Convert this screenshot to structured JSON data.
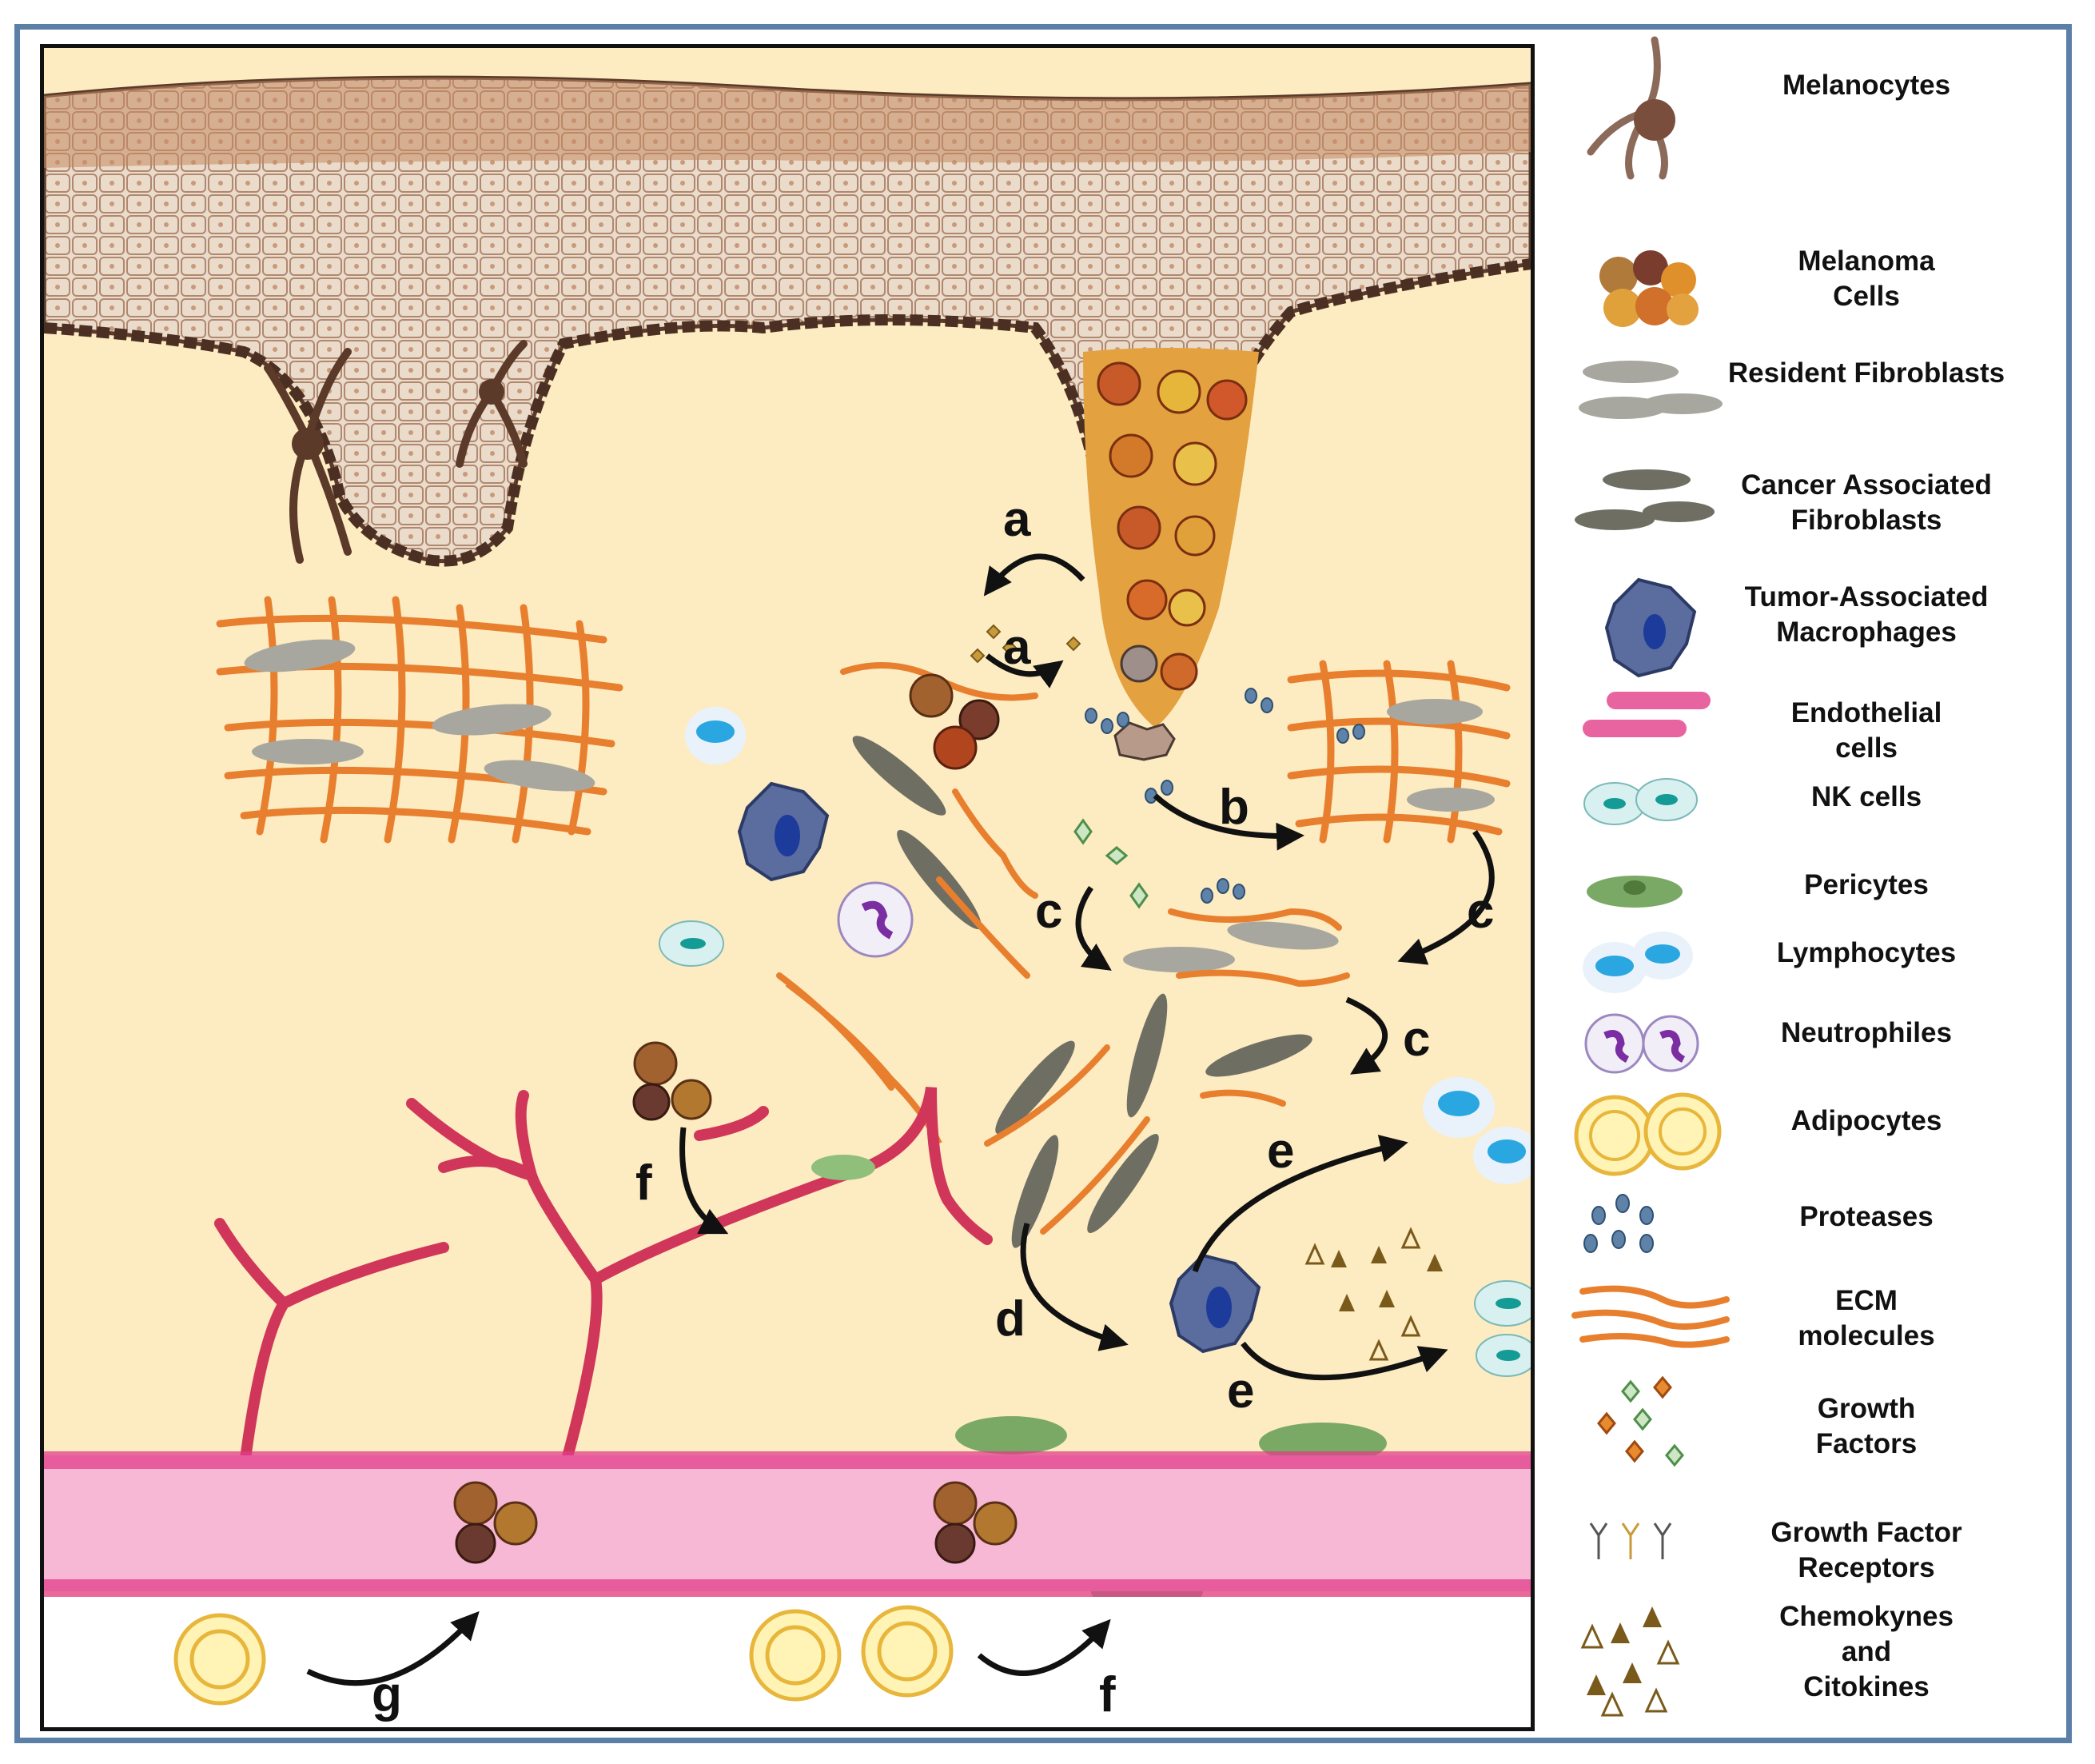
{
  "process_labels": {
    "a1": "a",
    "a2": "a",
    "b": "b",
    "c1": "c",
    "c2": "c",
    "c3": "c",
    "d": "d",
    "e1": "e",
    "e2": "e",
    "f1": "f",
    "f2": "f",
    "g": "g"
  },
  "legend": [
    {
      "icon": "melanocyte-icon",
      "label": "Melanocytes"
    },
    {
      "icon": "melanoma-cells-icon",
      "label": "Melanoma\nCells"
    },
    {
      "icon": "resident-fibroblasts-icon",
      "label": "Resident Fibroblasts"
    },
    {
      "icon": "cancer-associated-fibroblasts-icon",
      "label": "Cancer Associated\nFibroblasts"
    },
    {
      "icon": "macrophage-icon",
      "label": "Tumor-Associated\nMacrophages"
    },
    {
      "icon": "endothelial-cells-icon",
      "label": "Endothelial\ncells"
    },
    {
      "icon": "nk-cells-icon",
      "label": "NK cells"
    },
    {
      "icon": "pericytes-icon",
      "label": "Pericytes"
    },
    {
      "icon": "lymphocytes-icon",
      "label": "Lymphocytes"
    },
    {
      "icon": "neutrophiles-icon",
      "label": "Neutrophiles"
    },
    {
      "icon": "adipocytes-icon",
      "label": "Adipocytes"
    },
    {
      "icon": "proteases-icon",
      "label": "Proteases"
    },
    {
      "icon": "ecm-molecules-icon",
      "label": "ECM\nmolecules"
    },
    {
      "icon": "growth-factors-icon",
      "label": "Growth\nFactors"
    },
    {
      "icon": "growth-factor-receptors-icon",
      "label": "Growth Factor\nReceptors"
    },
    {
      "icon": "chemokines-cytokines-icon",
      "label": "Chemokynes\nand\nCitokines"
    }
  ],
  "colors": {
    "dermis": "#fdebc1",
    "vessel": "#f7b8d6",
    "ecm": "#e87f2e",
    "arrow": "#111111",
    "frame": "#5b7fa6"
  }
}
